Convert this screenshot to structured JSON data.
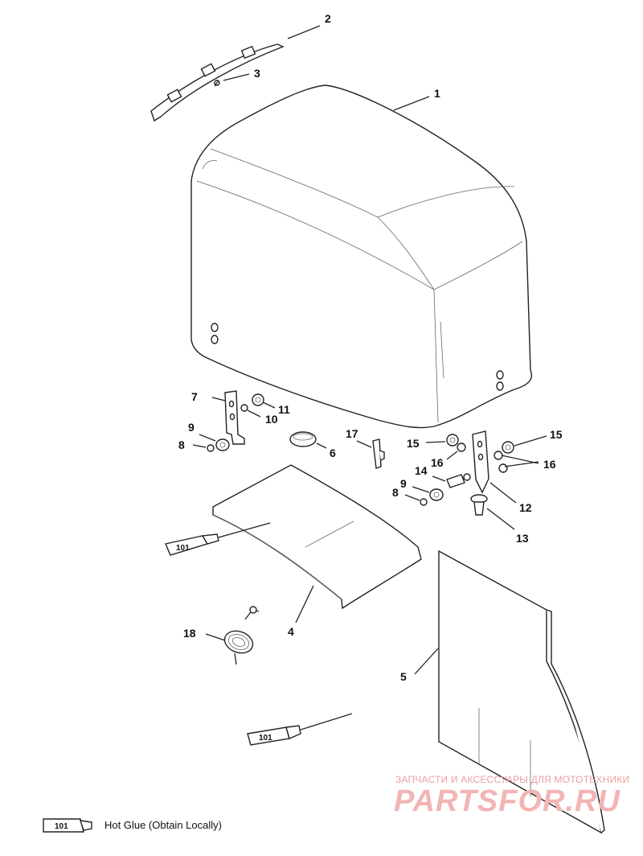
{
  "callouts": [
    {
      "id": "c1",
      "label": "1"
    },
    {
      "id": "c2",
      "label": "2"
    },
    {
      "id": "c3",
      "label": "3"
    },
    {
      "id": "c4",
      "label": "4"
    },
    {
      "id": "c5",
      "label": "5"
    },
    {
      "id": "c6",
      "label": "6"
    },
    {
      "id": "c7",
      "label": "7"
    },
    {
      "id": "c8a",
      "label": "8"
    },
    {
      "id": "c8b",
      "label": "8"
    },
    {
      "id": "c9a",
      "label": "9"
    },
    {
      "id": "c9b",
      "label": "9"
    },
    {
      "id": "c10",
      "label": "10"
    },
    {
      "id": "c11",
      "label": "11"
    },
    {
      "id": "c12",
      "label": "12"
    },
    {
      "id": "c13",
      "label": "13"
    },
    {
      "id": "c14",
      "label": "14"
    },
    {
      "id": "c15a",
      "label": "15"
    },
    {
      "id": "c15b",
      "label": "15"
    },
    {
      "id": "c16a",
      "label": "16"
    },
    {
      "id": "c16b",
      "label": "16"
    },
    {
      "id": "c17",
      "label": "17"
    },
    {
      "id": "c18",
      "label": "18"
    }
  ],
  "glue_tube_label": "101",
  "legend": {
    "tube_label": "101",
    "text": "Hot Glue (Obtain Locally)"
  },
  "watermark": {
    "subtitle": "ЗАПЧАСТИ И АКСЕССУАРЫ ДЛЯ МОТОТЕХНИКИ",
    "brand": "PARTSFOR.RU"
  }
}
